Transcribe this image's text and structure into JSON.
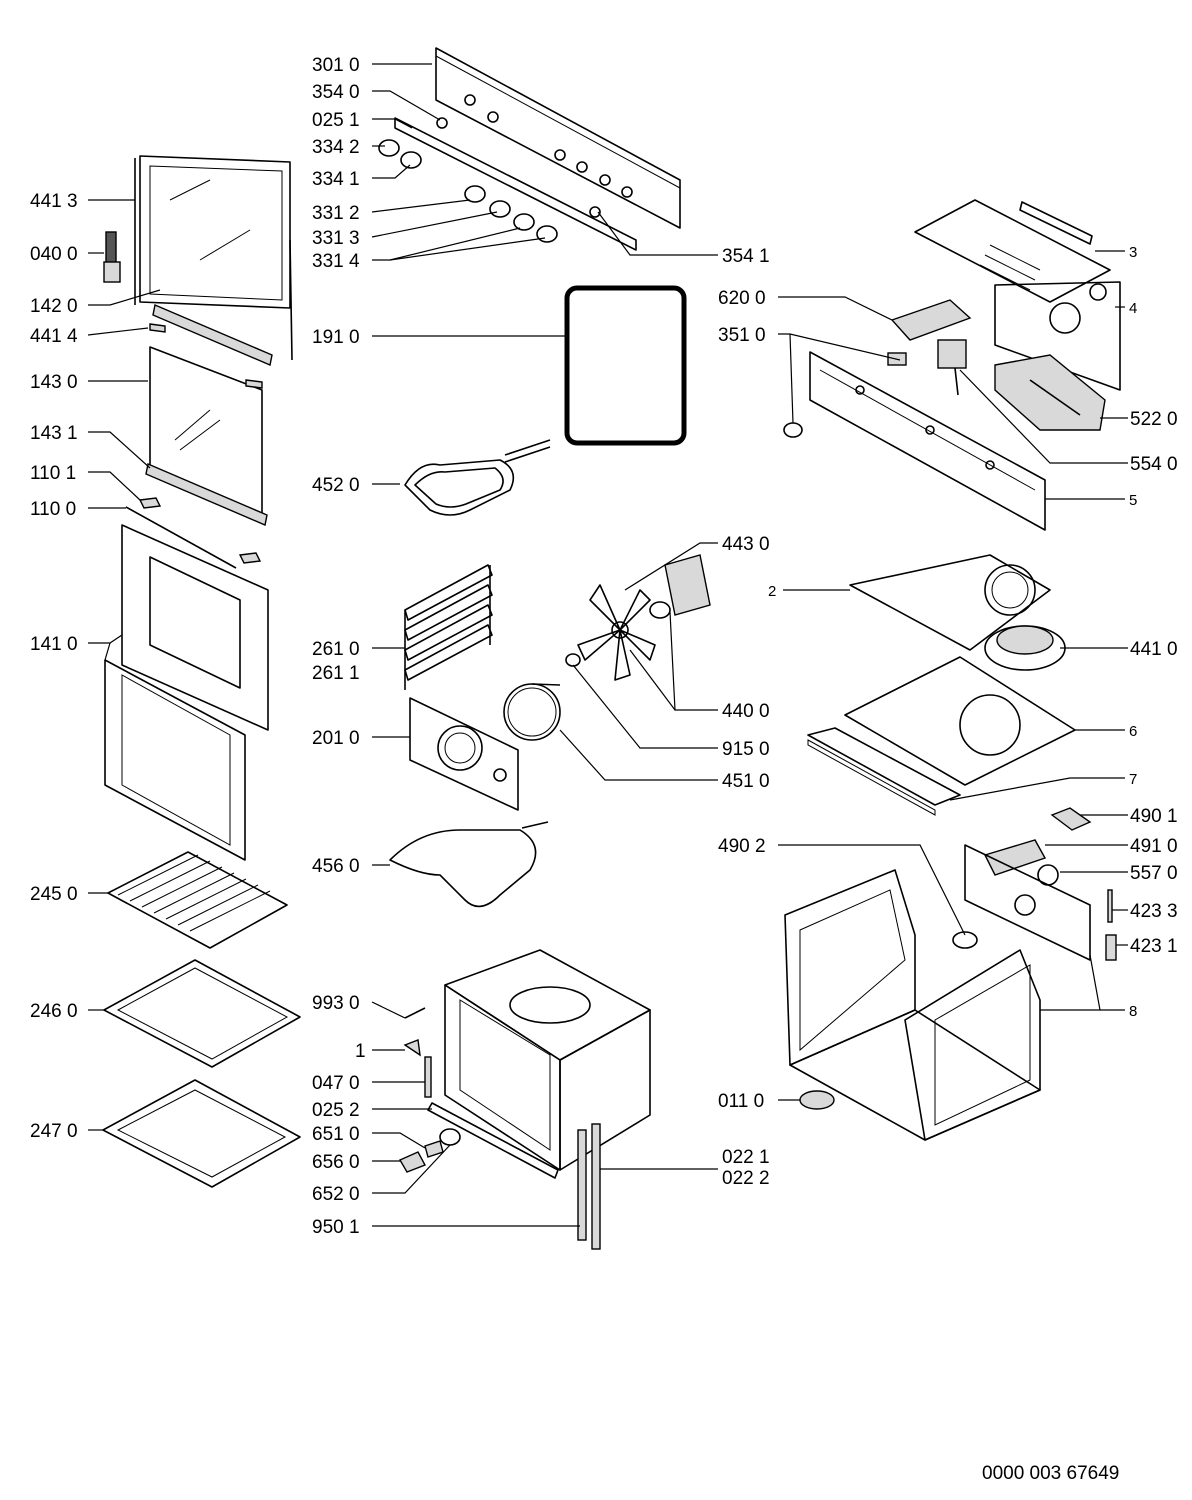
{
  "labels": {
    "p301_0": "301 0",
    "p354_0": "354 0",
    "p025_1": "025 1",
    "p334_2": "334 2",
    "p334_1": "334 1",
    "p331_2": "331 2",
    "p331_3": "331 3",
    "p331_4": "331 4",
    "p354_1": "354 1",
    "p441_3": "441 3",
    "p040_0": "040 0",
    "p142_0": "142 0",
    "p441_4": "441 4",
    "p143_0": "143 0",
    "p143_1": "143 1",
    "p110_1": "110 1",
    "p110_0": "110 0",
    "p141_0": "141 0",
    "p245_0": "245 0",
    "p246_0": "246 0",
    "p247_0": "247 0",
    "p191_0": "191 0",
    "p452_0": "452 0",
    "p261_0": "261 0",
    "p261_1": "261 1",
    "p201_0": "201 0",
    "p456_0": "456 0",
    "p993_0": "993 0",
    "p1": "1",
    "p047_0": "047 0",
    "p025_2": "025 2",
    "p651_0": "651 0",
    "p656_0": "656 0",
    "p652_0": "652 0",
    "p950_1": "950 1",
    "p022_1": "022 1",
    "p022_2": "022 2",
    "p443_0": "443 0",
    "p440_0": "440 0",
    "p915_0": "915 0",
    "p451_0": "451 0",
    "p3": "3",
    "p4": "4",
    "p620_0": "620 0",
    "p351_0": "351 0",
    "p522_0": "522 0",
    "p554_0": "554 0",
    "p5": "5",
    "p2": "2",
    "p441_0": "441 0",
    "p6": "6",
    "p7": "7",
    "p490_1": "490 1",
    "p491_0": "491 0",
    "p490_2": "490 2",
    "p557_0": "557 0",
    "p423_3": "423 3",
    "p423_1": "423 1",
    "p8": "8",
    "p011_0": "011 0"
  },
  "document_number": "0000 003 67649"
}
